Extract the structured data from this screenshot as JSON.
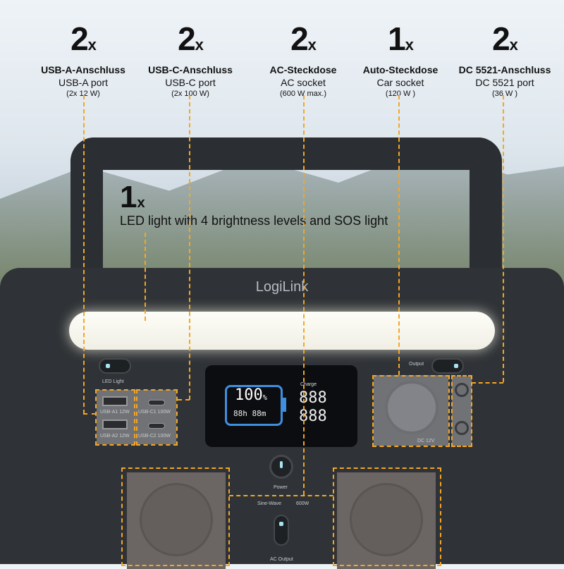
{
  "annotations": [
    {
      "count": "2",
      "suffix": "x",
      "title_de": "USB-A-Anschluss",
      "title_en": "USB-A port",
      "spec": "(2x 12 W)"
    },
    {
      "count": "2",
      "suffix": "x",
      "title_de": "USB-C-Anschluss",
      "title_en": "USB-C port",
      "spec": "(2x 100 W)"
    },
    {
      "count": "2",
      "suffix": "x",
      "title_de": "AC-Steckdose",
      "title_en": "AC socket",
      "spec": "(600 W max.)"
    },
    {
      "count": "1",
      "suffix": "x",
      "title_de": "Auto-Steckdose",
      "title_en": "Car socket",
      "spec": "(120 W )"
    },
    {
      "count": "2",
      "suffix": "x",
      "title_de": "DC 5521-Anschluss",
      "title_en": "DC 5521 port",
      "spec": "(36 W )"
    }
  ],
  "led_annotation": {
    "count": "1",
    "suffix": "x",
    "text": "LED light with 4 brightness levels and SOS light"
  },
  "device": {
    "brand": "LogiLink",
    "led_label": "LED Light",
    "usb_a": [
      "USB-A1 12W",
      "USB-A2 12W"
    ],
    "usb_c": [
      "USB-C1 100W",
      "USB-C2 100W"
    ],
    "output_label": "Output",
    "car_label": "DC 12V",
    "power_label": "Power",
    "sine_wave": "Sine-Wave",
    "ac_watt": "600W",
    "ac_output_label": "AC Output",
    "display": {
      "battery": "100",
      "unit": "%",
      "time": "88h 88m",
      "charge_label": "Charge",
      "input": "888",
      "output": "888"
    }
  },
  "colors": {
    "accent": "#f5a623",
    "body": "#2f3236",
    "display_blue": "#3f8fe0"
  }
}
